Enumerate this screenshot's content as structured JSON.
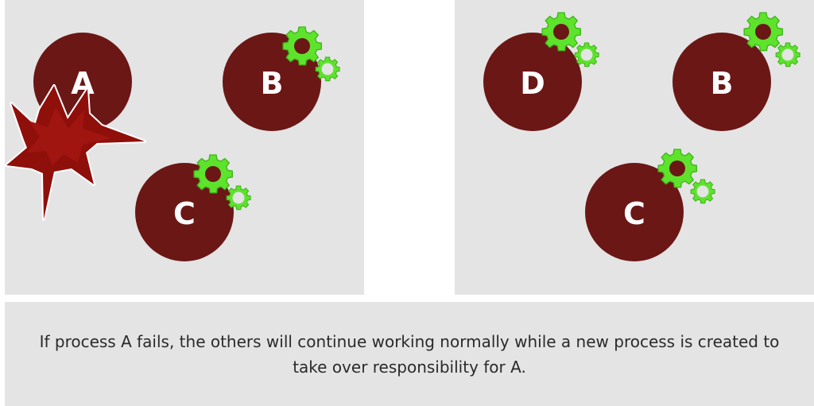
{
  "left_panel": {
    "processes": [
      {
        "label": "A",
        "state": "failed"
      },
      {
        "label": "B",
        "state": "working"
      },
      {
        "label": "C",
        "state": "working"
      }
    ]
  },
  "right_panel": {
    "processes": [
      {
        "label": "D",
        "state": "working"
      },
      {
        "label": "B",
        "state": "working"
      },
      {
        "label": "C",
        "state": "working"
      }
    ]
  },
  "caption": "If process A fails, the others will continue working normally while a new process is created to take over responsibility for A.",
  "colors": {
    "panel_background": "#e4e4e4",
    "process_fill": "#6a1716",
    "gear_green": "#5ee32c",
    "crash_red": "#8f0f0b",
    "label_white": "#ffffff"
  },
  "icons": {
    "gear": "gear-icon",
    "crash": "crash-burst-icon"
  }
}
